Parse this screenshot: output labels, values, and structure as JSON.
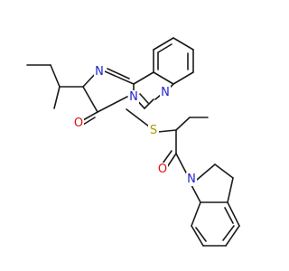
{
  "molecule": {
    "atoms": [
      {
        "id": "n_ring1",
        "symbol": "N",
        "color": "#2222cc"
      },
      {
        "id": "n_ring2",
        "symbol": "N",
        "color": "#2222cc"
      },
      {
        "id": "n_ring3",
        "symbol": "N",
        "color": "#2222cc"
      },
      {
        "id": "n_indoline",
        "symbol": "N",
        "color": "#2222cc"
      },
      {
        "id": "o_ketone",
        "symbol": "O",
        "color": "#dd1111"
      },
      {
        "id": "o_amide",
        "symbol": "O",
        "color": "#dd1111"
      },
      {
        "id": "s_thio",
        "symbol": "S",
        "color": "#a89b00"
      }
    ],
    "bond_color": "#1a1a1a",
    "background": "#ffffff"
  }
}
